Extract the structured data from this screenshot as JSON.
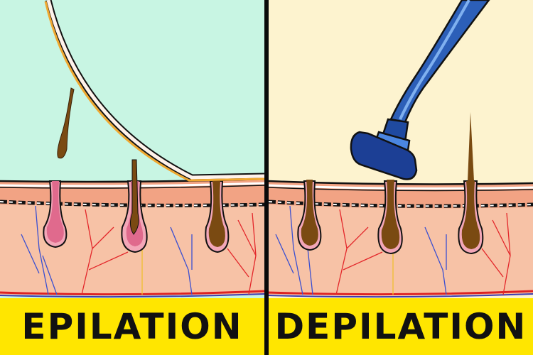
{
  "panels": [
    {
      "id": "epilation",
      "label": "EPILATION",
      "background": "#c8f5e3",
      "tool": "wax-strip",
      "hairs": [
        "pulled-out-follicle",
        "partially-pulled-follicle",
        "intact-follicle"
      ]
    },
    {
      "id": "depilation",
      "label": "DEPILATION",
      "background": "#fdf3cf",
      "tool": "razor",
      "hairs": [
        "cut-hair-stub",
        "cut-hair-stub",
        "grown-hair"
      ]
    }
  ],
  "colors": {
    "skin_top": "#f2a384",
    "skin_body": "#f7c2a6",
    "follicle_brown": "#7a4a12",
    "follicle_pink": "#e06a8d",
    "razor_blue": "#2c5fb8",
    "razor_dark": "#17398a",
    "label_band": "#ffe600",
    "divider": "#0a0a0a",
    "vein_blue": "#3a4fd1",
    "artery_red": "#e3262a"
  }
}
